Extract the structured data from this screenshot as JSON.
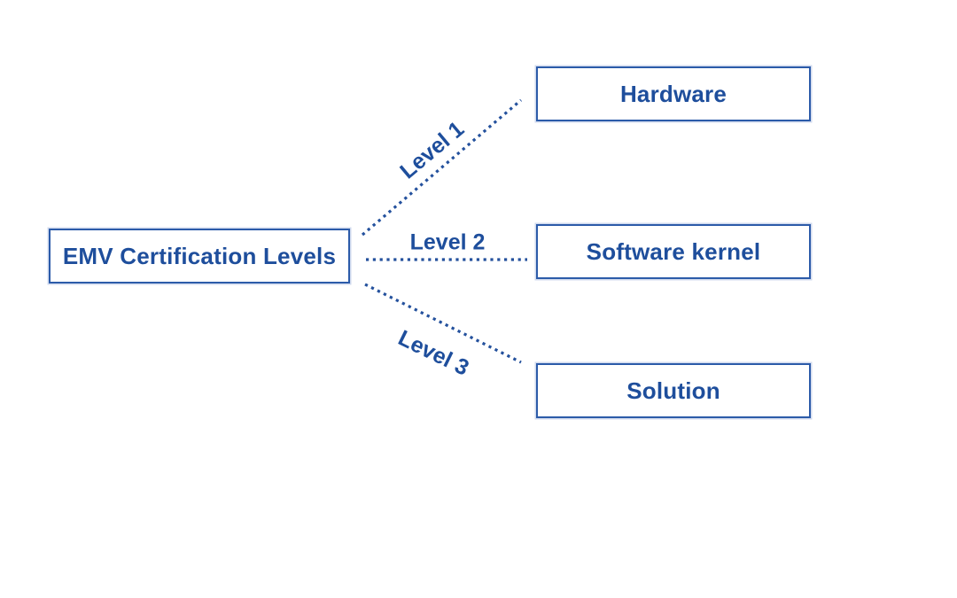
{
  "diagram": {
    "title": "EMV Certification Levels diagram",
    "root": {
      "label": "EMV Certification Levels"
    },
    "nodes": [
      {
        "id": "hardware",
        "label": "Hardware"
      },
      {
        "id": "software-kernel",
        "label": "Software kernel"
      },
      {
        "id": "solution",
        "label": "Solution"
      }
    ],
    "connections": [
      {
        "label": "Level 1",
        "from": "EMV Certification Levels",
        "to": "Hardware",
        "style": "dotted"
      },
      {
        "label": "Level 2",
        "from": "EMV Certification Levels",
        "to": "Software kernel",
        "style": "dotted"
      },
      {
        "label": "Level 3",
        "from": "EMV Certification Levels",
        "to": "Solution",
        "style": "dotted"
      }
    ],
    "colors": {
      "text": "#1e4e9c",
      "border": "#2c5ba9",
      "line": "#24519d",
      "background": "#ffffff"
    }
  }
}
